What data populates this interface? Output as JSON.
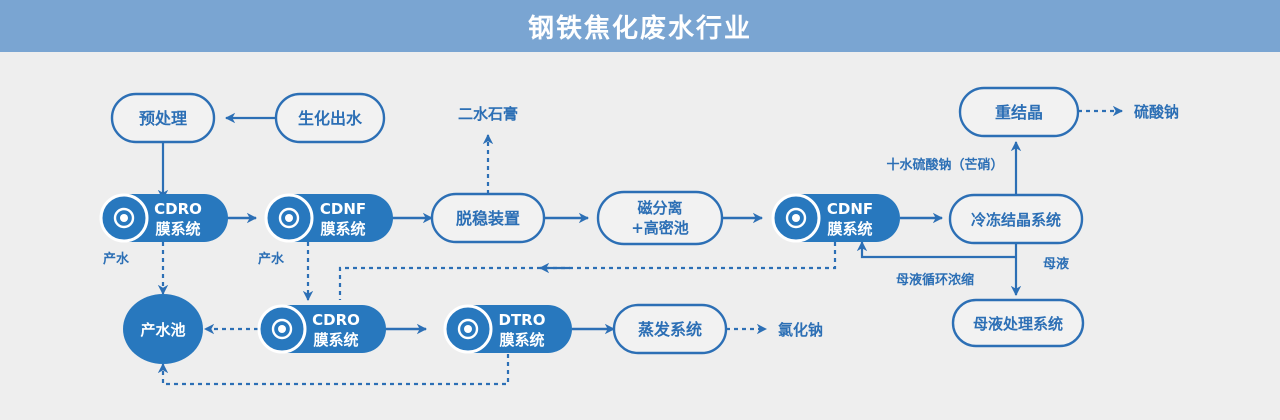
{
  "header": {
    "title": "钢铁焦化废水行业"
  },
  "colors": {
    "header_bg": "#7aa5d2",
    "page_bg": "#eeeeee",
    "accent": "#2c6fb5",
    "node_fill": "#2878be",
    "node_outline_bg": "#f2f2f2",
    "text_on_fill": "#ffffff"
  },
  "nodes": {
    "pretreatment": {
      "label": "预处理",
      "style": "outline"
    },
    "bio_effluent": {
      "label": "生化出水",
      "style": "outline"
    },
    "cdro1_line1": {
      "label": "CDRO"
    },
    "cdro1_line2": {
      "label": "膜系统"
    },
    "cdnf1_line1": {
      "label": "CDNF"
    },
    "cdnf1_line2": {
      "label": "膜系统"
    },
    "destab": {
      "label": "脱稳装置",
      "style": "outline"
    },
    "magsep_line1": {
      "label": "磁分离"
    },
    "magsep_line2": {
      "label": "+高密池"
    },
    "cdnf2_line1": {
      "label": "CDNF"
    },
    "cdnf2_line2": {
      "label": "膜系统"
    },
    "freeze_cryst": {
      "label": "冷冻结晶系统",
      "style": "outline"
    },
    "recrystallize": {
      "label": "重结晶",
      "style": "outline"
    },
    "mother_liquor_sys": {
      "label": "母液处理系统",
      "style": "outline"
    },
    "product_water_pool": {
      "label": "产水池",
      "style": "filled-circle"
    },
    "cdro2_line1": {
      "label": "CDRO"
    },
    "cdro2_line2": {
      "label": "膜系统"
    },
    "dtro_line1": {
      "label": "DTRO"
    },
    "dtro_line2": {
      "label": "膜系统"
    },
    "evaporation": {
      "label": "蒸发系统",
      "style": "outline"
    }
  },
  "outputs": {
    "gypsum": "二水石膏",
    "sodium_sulfate": "硫酸钠",
    "sodium_chloride": "氯化钠"
  },
  "edge_labels": {
    "product_water_1": "产水",
    "product_water_2": "产水",
    "mirabilite": "十水硫酸钠（芒硝）",
    "mother_liquor": "母液",
    "mother_liquor_recycle": "母液循环浓缩"
  }
}
